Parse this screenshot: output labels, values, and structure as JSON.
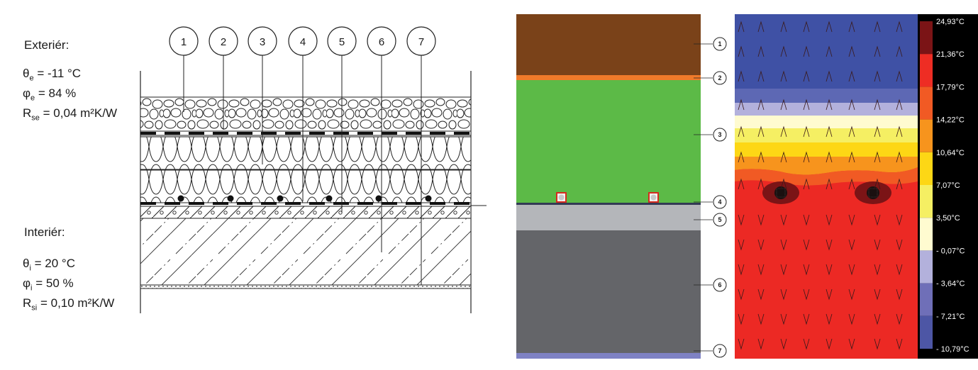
{
  "exterior": {
    "heading": "Exteriér:",
    "theta_sym": "θ",
    "theta_sub": "e",
    "theta_val": " = -11 °C",
    "phi_sym": "φ",
    "phi_sub": "e",
    "phi_val": " = 84 %",
    "r_sym": "R",
    "r_sub": "se",
    "r_val": " = 0,04 m²K/W"
  },
  "interior": {
    "heading": "Interiér:",
    "theta_sym": "θ",
    "theta_sub": "i",
    "theta_val": " = 20 °C",
    "phi_sym": "φ",
    "phi_sub": "i",
    "phi_val": " = 50 %",
    "r_sym": "R",
    "r_sub": "si",
    "r_val": " = 0,10 m²K/W"
  },
  "section_callouts": [
    "1",
    "2",
    "3",
    "4",
    "5",
    "6",
    "7"
  ],
  "model_callouts": [
    "1",
    "2",
    "3",
    "4",
    "5",
    "6",
    "7"
  ],
  "model_layers": [
    {
      "num": "1",
      "color": "#7a4219"
    },
    {
      "num": "2",
      "color": "#f07a2a"
    },
    {
      "num": "3",
      "color": "#5cba47"
    },
    {
      "num": "4",
      "color": "#333a55"
    },
    {
      "num": "5",
      "color": "#b4b6ba"
    },
    {
      "num": "6",
      "color": "#646569"
    },
    {
      "num": "7",
      "color": "#7f82c4"
    }
  ],
  "temperature_scale": {
    "labels": [
      "24,93°C",
      "21,36°C",
      "17,79°C",
      "14,22°C",
      "10,64°C",
      "7,07°C",
      "3,50°C",
      "- 0,07°C",
      "- 3,64°C",
      "- 7,21°C",
      "- 10,79°C"
    ],
    "colors": [
      "#7b1416",
      "#ee2d24",
      "#f15a24",
      "#f7941d",
      "#fdd715",
      "#f5ef63",
      "#fffbd0",
      "#b3b1dc",
      "#6f6fb8",
      "#4d56a5"
    ]
  },
  "colors": {
    "field_warm": "#ec2924",
    "field_cold": "#3f51a5",
    "pipe_core": "#7b1416"
  }
}
